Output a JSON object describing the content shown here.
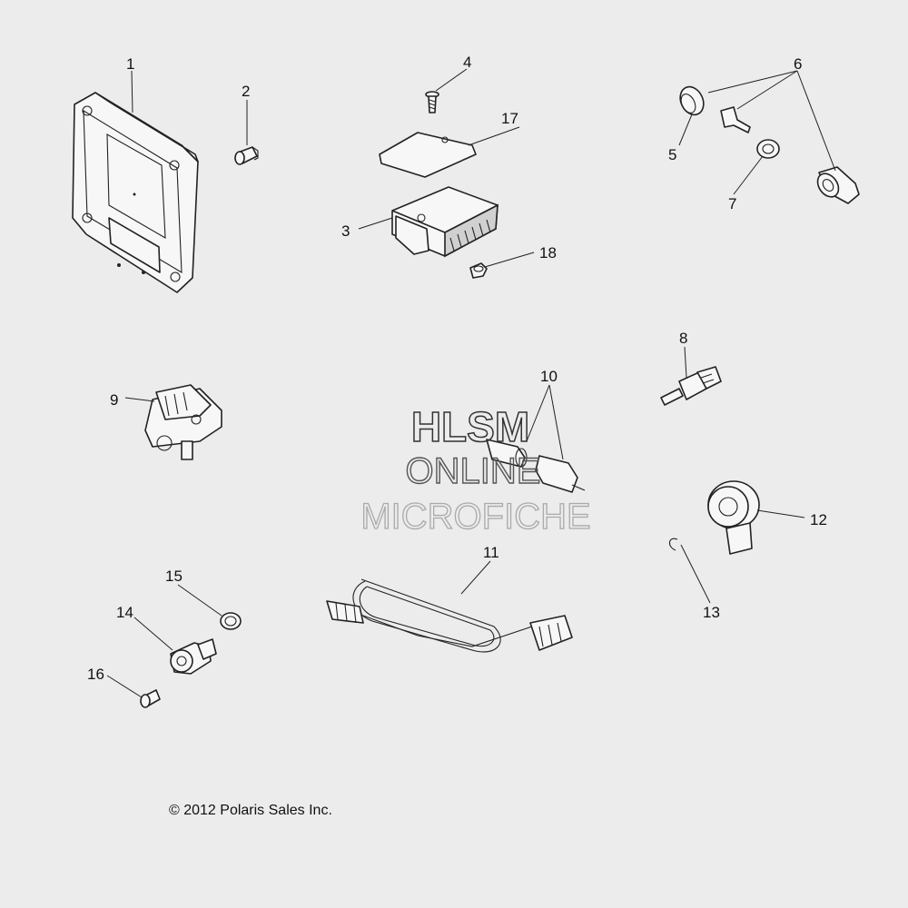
{
  "callouts": [
    "1",
    "2",
    "3",
    "4",
    "5",
    "6",
    "7",
    "8",
    "9",
    "10",
    "11",
    "12",
    "13",
    "14",
    "15",
    "16",
    "17",
    "18"
  ],
  "watermark": {
    "line1": "HLSM",
    "line2": "ONLINE",
    "line3": "MICROFICHE"
  },
  "copyright": "© 2012 Polaris Sales Inc."
}
